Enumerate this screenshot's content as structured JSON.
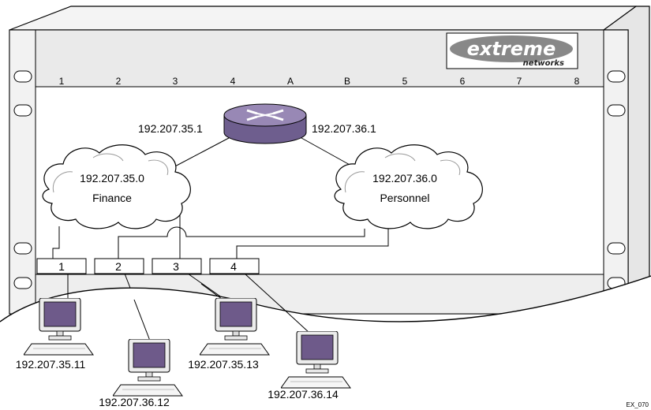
{
  "logo": {
    "brand": "extreme",
    "sub": "networks"
  },
  "slots": [
    "1",
    "2",
    "3",
    "4",
    "A",
    "B",
    "5",
    "6",
    "7",
    "8"
  ],
  "router": {
    "left_address": "192.207.35.1",
    "right_address": "192.207.36.1"
  },
  "clouds": [
    {
      "network": "192.207.35.0",
      "name": "Finance"
    },
    {
      "network": "192.207.36.0",
      "name": "Personnel"
    }
  ],
  "ports": [
    "1",
    "2",
    "3",
    "4"
  ],
  "hosts": [
    "192.207.35.11",
    "192.207.36.12",
    "192.207.35.13",
    "192.207.36.14"
  ],
  "figure_id": "EX_070",
  "colors": {
    "router": "#8a7aa8",
    "screen": "#6e5a8a",
    "rack": "#eeeeee",
    "line": "#000000"
  }
}
